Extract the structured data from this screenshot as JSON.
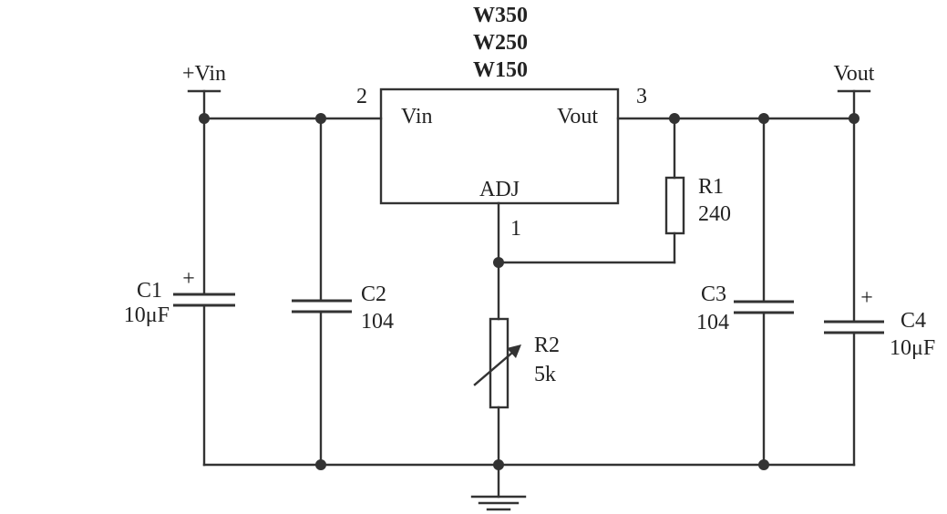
{
  "ic": {
    "models": [
      "W350",
      "W250",
      "W150"
    ],
    "pin_vin_label": "Vin",
    "pin_vout_label": "Vout",
    "pin_adj_label": "ADJ",
    "pin2_number": "2",
    "pin3_number": "3",
    "pin1_number": "1"
  },
  "terminals": {
    "input_label": "+Vin",
    "output_label": "Vout"
  },
  "components": {
    "c1": {
      "name": "C1",
      "value": "10μF",
      "polarity": "+"
    },
    "c2": {
      "name": "C2",
      "value": "104"
    },
    "r1": {
      "name": "R1",
      "value": "240"
    },
    "r2": {
      "name": "R2",
      "value": "5k"
    },
    "c3": {
      "name": "C3",
      "value": "104"
    },
    "c4": {
      "name": "C4",
      "value": "10μF",
      "polarity": "+"
    }
  },
  "style": {
    "line_color": "#333333",
    "background": "#ffffff"
  }
}
